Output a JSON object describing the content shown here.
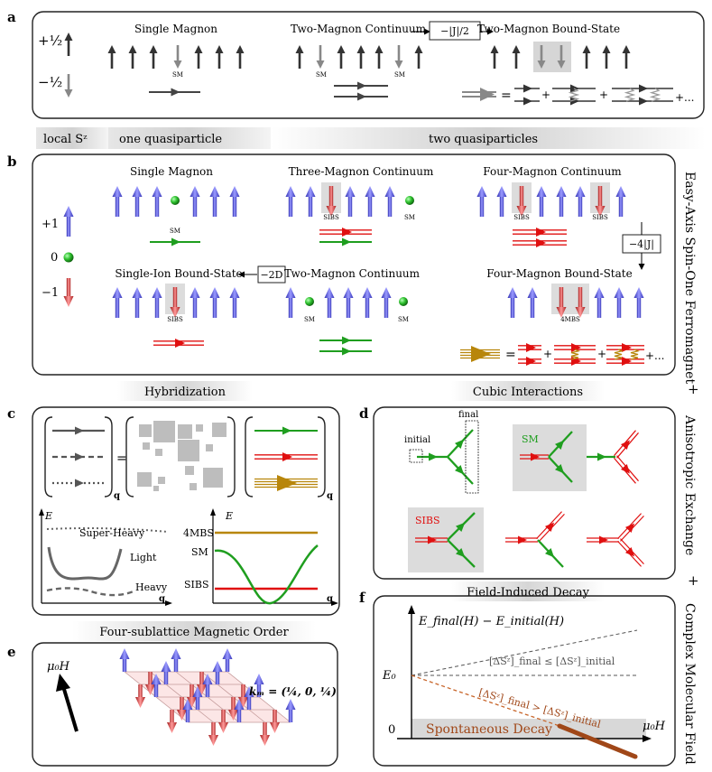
{
  "panels": {
    "a": {
      "letter": "a",
      "spin_up": "+½",
      "spin_down": "−½",
      "single_magnon": "Single Magnon",
      "two_magnon_continuum": "Two-Magnon Continuum",
      "shift": "−|J|/2",
      "two_magnon_bound_state": "Two-Magnon Bound-State",
      "sm": "SM",
      "dots": "+..."
    },
    "legend": {
      "local_sz": "local Sᶻ",
      "one_qp": "one quasiparticle",
      "two_qp": "two quasiparticles"
    },
    "b": {
      "letter": "b",
      "plus1": "+1",
      "zero": "0",
      "minus1": "−1",
      "single_magnon": "Single Magnon",
      "three_magnon_continuum": "Three-Magnon Continuum",
      "four_magnon_continuum": "Four-Magnon Continuum",
      "single_ion_bound_state": "Single-Ion Bound-State",
      "shift_2d": "−2D",
      "two_magnon_continuum": "Two-Magnon Continuum",
      "four_magnon_bound_state": "Four-Magnon Bound-State",
      "shift_4j": "−4|J|",
      "sm": "SM",
      "sibs": "SIBS",
      "mbs4": "4MBS",
      "dots": "+...",
      "side_label": "Easy-Axis Spin-One Ferromagnet"
    },
    "c": {
      "letter": "c",
      "title": "Hybridization",
      "q": "q",
      "E": "E",
      "super_heavy": "Super-Heavy",
      "light": "Light",
      "heavy": "Heavy",
      "mbs4": "4MBS",
      "sm": "SM",
      "sibs": "SIBS"
    },
    "d": {
      "letter": "d",
      "title": "Cubic Interactions",
      "initial": "initial",
      "final": "final",
      "sm": "SM",
      "sibs": "SIBS"
    },
    "e": {
      "letter": "e",
      "title": "Four-sublattice Magnetic Order",
      "mu0H": "μ₀H",
      "km": "kₘ = (¼, 0, ¼)"
    },
    "f": {
      "letter": "f",
      "title": "Field-Induced Decay",
      "ylabel": "E_final(H) − E_initial(H)",
      "E0": "E₀",
      "zero": "0",
      "le_label": "[ΔSᶻ]_final ≤ [ΔSᶻ]_initial",
      "gt_label": "[ΔSᶻ]_final > [ΔSᶻ]_initial",
      "spontaneous": "Spontaneous Decay",
      "xlabel": "μ₀H"
    },
    "side": {
      "plus1": "+",
      "anisotropic": "Anisotropic Exchange",
      "plus2": "+",
      "complex": "Complex Molecular Field"
    }
  },
  "colors": {
    "green": "#1f9e1f",
    "red": "#e01010",
    "blue": "#6a6ae0",
    "gold": "#b8860b",
    "orange": "#c8652a",
    "gray": "#555555"
  }
}
